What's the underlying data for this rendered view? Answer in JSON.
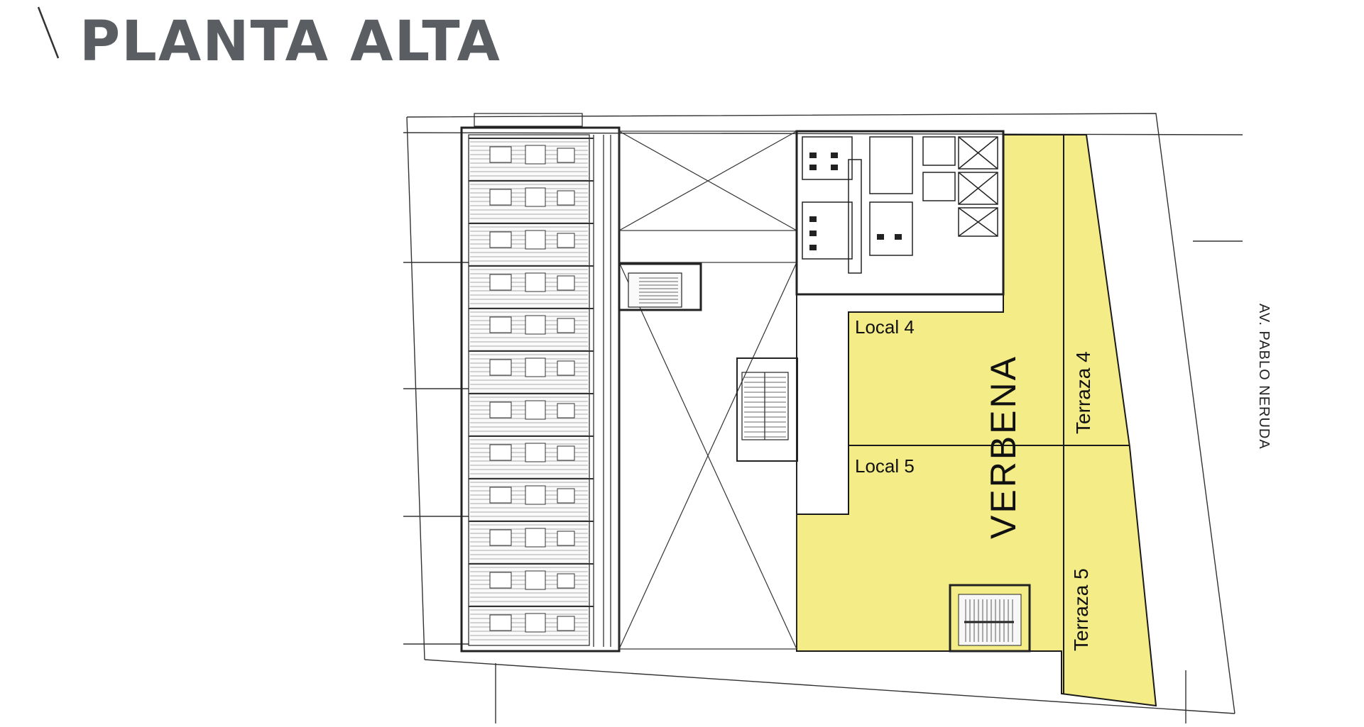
{
  "page": {
    "title": "PLANTA ALTA"
  },
  "areas": {
    "tenant_label": "VERBENA",
    "local_4": "Local 4",
    "local_5": "Local 5",
    "terraza_4": "Terraza 4",
    "terraza_5": "Terraza 5"
  },
  "street": {
    "name": "AV. PABLO NERUDA"
  },
  "colors": {
    "highlight": "#f3ec87",
    "title": "#5a5d61",
    "lines": "#1a1a1a"
  }
}
